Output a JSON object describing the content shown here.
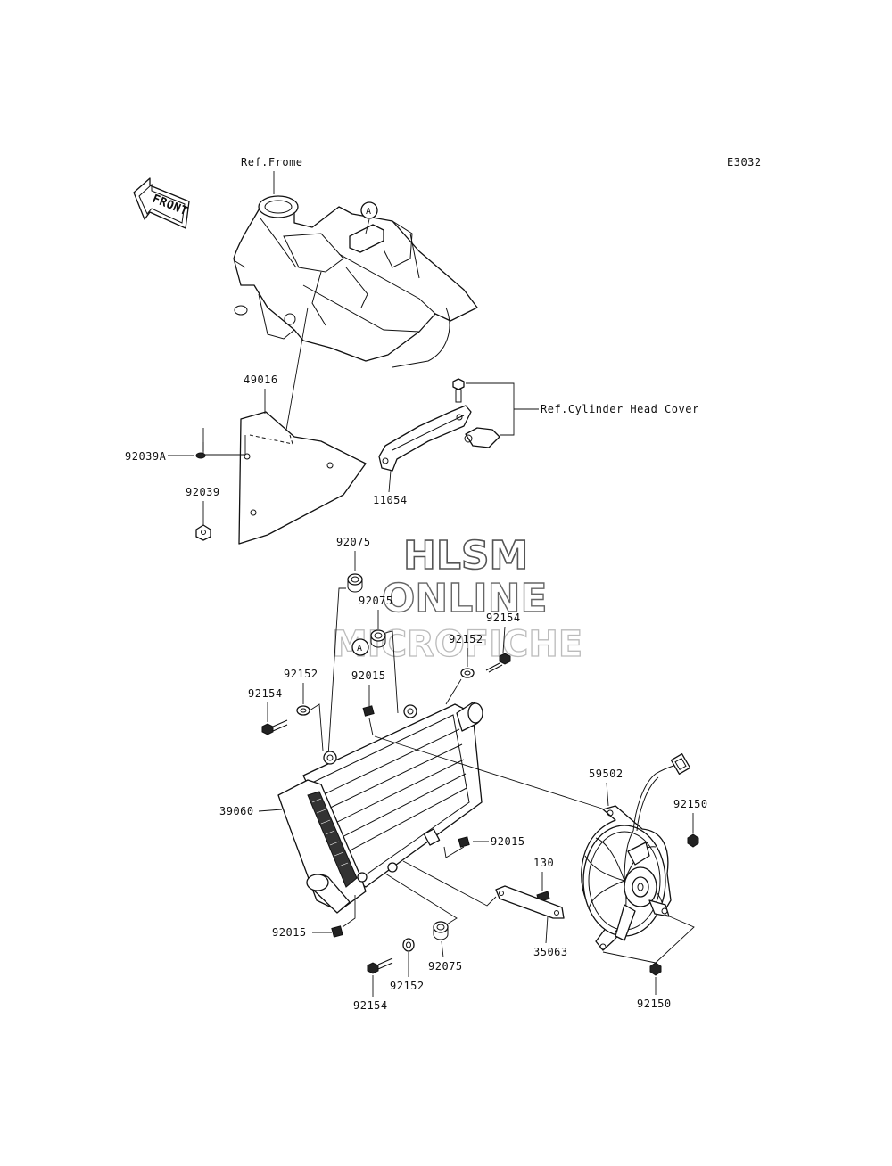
{
  "diagram_code": "E3032",
  "front_label": "FRONT",
  "watermark": [
    "HLSM",
    "ONLINE",
    "MICROFICHE"
  ],
  "callout_letter": "A",
  "refs": {
    "frame": "Ref.Frome",
    "cylinder_head_cover": "Ref.Cylinder Head Cover"
  },
  "labels": [
    {
      "id": "49016",
      "text": "49016"
    },
    {
      "id": "92039A",
      "text": "92039A"
    },
    {
      "id": "92039",
      "text": "92039"
    },
    {
      "id": "11054",
      "text": "11054"
    },
    {
      "id": "92075-top",
      "text": "92075"
    },
    {
      "id": "92075-mid",
      "text": "92075"
    },
    {
      "id": "92154-topright",
      "text": "92154"
    },
    {
      "id": "92152-topright",
      "text": "92152"
    },
    {
      "id": "92015-top",
      "text": "92015"
    },
    {
      "id": "92152-left",
      "text": "92152"
    },
    {
      "id": "92154-left",
      "text": "92154"
    },
    {
      "id": "39060",
      "text": "39060"
    },
    {
      "id": "59502",
      "text": "59502"
    },
    {
      "id": "92150-top",
      "text": "92150"
    },
    {
      "id": "92015-right",
      "text": "92015"
    },
    {
      "id": "130",
      "text": "130"
    },
    {
      "id": "92015-bottom",
      "text": "92015"
    },
    {
      "id": "35063",
      "text": "35063"
    },
    {
      "id": "92075-bottom",
      "text": "92075"
    },
    {
      "id": "92152-bottom",
      "text": "92152"
    },
    {
      "id": "92154-bottom",
      "text": "92154"
    },
    {
      "id": "92150-bottom",
      "text": "92150"
    }
  ]
}
